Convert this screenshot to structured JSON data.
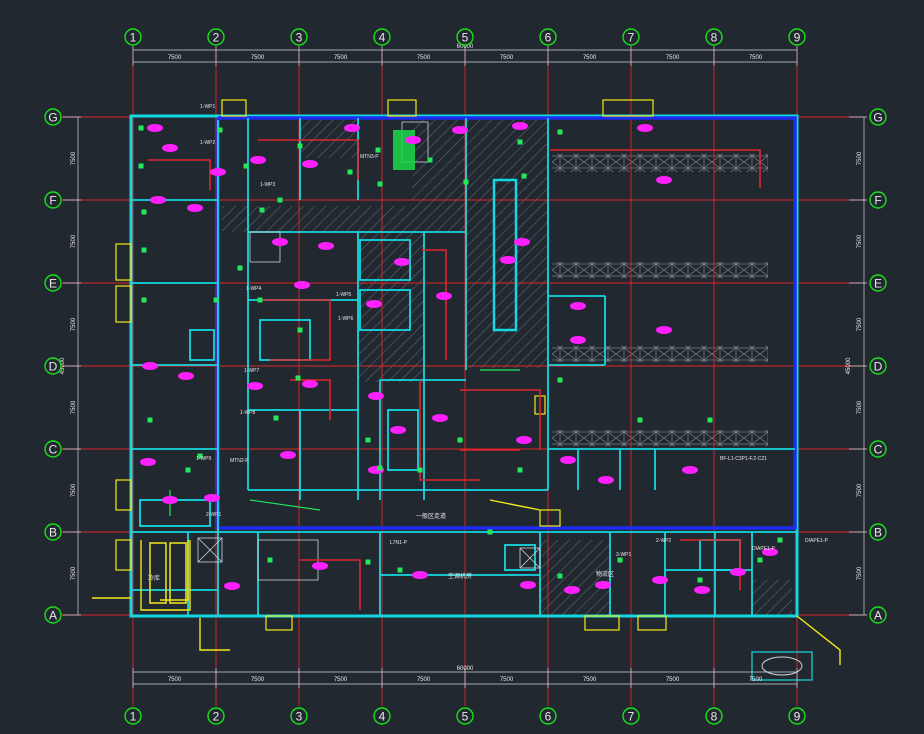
{
  "drawing": {
    "col_labels": [
      "1",
      "2",
      "3",
      "4",
      "5",
      "6",
      "7",
      "8",
      "9"
    ],
    "row_labels": [
      "G",
      "F",
      "E",
      "D",
      "C",
      "B",
      "A"
    ],
    "bay_dim": "7500",
    "total_dim": "60000",
    "side_total_dim": "45000",
    "room_tags": [
      {
        "label": "1-WP1"
      },
      {
        "label": "1-WP2"
      },
      {
        "label": "1-WP3"
      },
      {
        "label": "1-WP4"
      },
      {
        "label": "1-WP5"
      },
      {
        "label": "1-WP6"
      },
      {
        "label": "1-WP7"
      },
      {
        "label": "1-WP8"
      },
      {
        "label": "1-WP9"
      },
      {
        "label": "2-WP1"
      },
      {
        "label": "2-WP2"
      },
      {
        "label": "3-WP1"
      }
    ],
    "panel_tags": [
      "BF-L1-C3P1-F.2-C21",
      "DIAPE1-P",
      "MTN2-P",
      "MTN3-P",
      "L7N1-P",
      "DIAPE1-P"
    ],
    "notes": [
      "一般区走道",
      "空调机房",
      "冷库",
      "物流区"
    ],
    "colors": {
      "background": "#212830",
      "grid": "#e0252a",
      "wall": "#14d8e0",
      "outer_wall": "#1c2cf0",
      "tag": "#ff20ff",
      "bubble": "#19e019",
      "text": "#e8e8e8",
      "cable": "#f4e81a",
      "green": "#22e85a"
    }
  }
}
